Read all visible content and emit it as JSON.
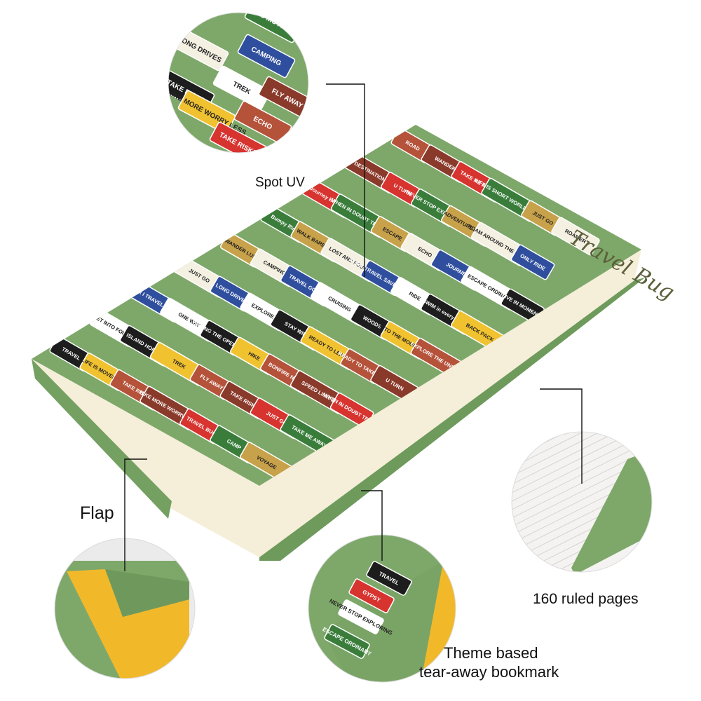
{
  "callouts": {
    "spot_uv": "Spot UV",
    "flap": "Flap",
    "ruled_pages": "160 ruled pages",
    "bookmark_line1": "Theme based",
    "bookmark_line2": "tear-away bookmark"
  },
  "notebook": {
    "cover_title": "Travel Bug",
    "stickers": [
      "TRAVEL",
      "GET INTO FOREST",
      "I HEAR I TRAVEL I BECOME",
      "JUST GO",
      "WANDER LUST",
      "Bumpy Ride",
      "Journey Begins",
      "DESTINATION",
      "ROAD",
      "LIFE IS MOVEMENT",
      "ISLAND HOPPING",
      "ONE WAY",
      "LONG DRIVES",
      "CAMPING",
      "WALK BAREFOOT",
      "WHEN IN DOUBT TRAVEL",
      "U TURN",
      "WANDER",
      "TAKE RISKS",
      "TREK",
      "HITTING THE OPEN ROAD",
      "EXPLORER",
      "TRAVEL GOALS",
      "LOST AND FOUND",
      "ESCAPE",
      "NEVER STOP EXPLORING",
      "TAKE ME AWAY",
      "HIKE MORE WORRY LESS",
      "FLY AWAY",
      "HIKE",
      "STAY WILD",
      "CRUISING",
      "WORK TRAVEL SAVE REPEAT",
      "ECHO",
      "ADVENTURE AWAITS",
      "LIFE IS SHORT WORLD IS WIDE",
      "TRAVEL BUG",
      "TAKE RISKS",
      "BONFIRE NIGHT",
      "READY TO LEARN",
      "WOODS",
      "RIDE",
      "JOURNEY",
      "ROAM AROUND THE WORLD",
      "JUST GO",
      "CAMP",
      "JUST GO",
      "SPEED LIMIT 25",
      "READY TO TAKE OFF",
      "INTO THE MOUNTAINS",
      "SWIM in every OCEAN",
      "ESCAPE ORDINARY",
      "ONLY RIDE",
      "ROAMER",
      "VOYAGE",
      "TAKE ME AWAY",
      "WHEN IN DOUBT TRAVEL",
      "U TURN",
      "EXPLORE THE UNSEEN",
      "BACK PACK",
      "LIVE IN MOMENTS"
    ]
  },
  "zoom_uv": {
    "stickers": [
      "LONG DRIVES",
      "CAMPING",
      "TREK",
      "TAKE RISKS",
      "HIKE MORE WORRY LESS",
      "ECHO",
      "FLY AWAY",
      "TAKE RISKS",
      "LIFE IS MOVEMENT"
    ]
  },
  "zoom_bookmark": {
    "stickers": [
      "TRAVEL",
      "GYPSY",
      "NEVER STOP EXPLORING",
      "ESCAPE ORDINARY"
    ]
  },
  "colors": {
    "cover_green": "#7ea86a",
    "flap_yellow": "#f1b92a",
    "page_cream": "#f7f1df"
  }
}
